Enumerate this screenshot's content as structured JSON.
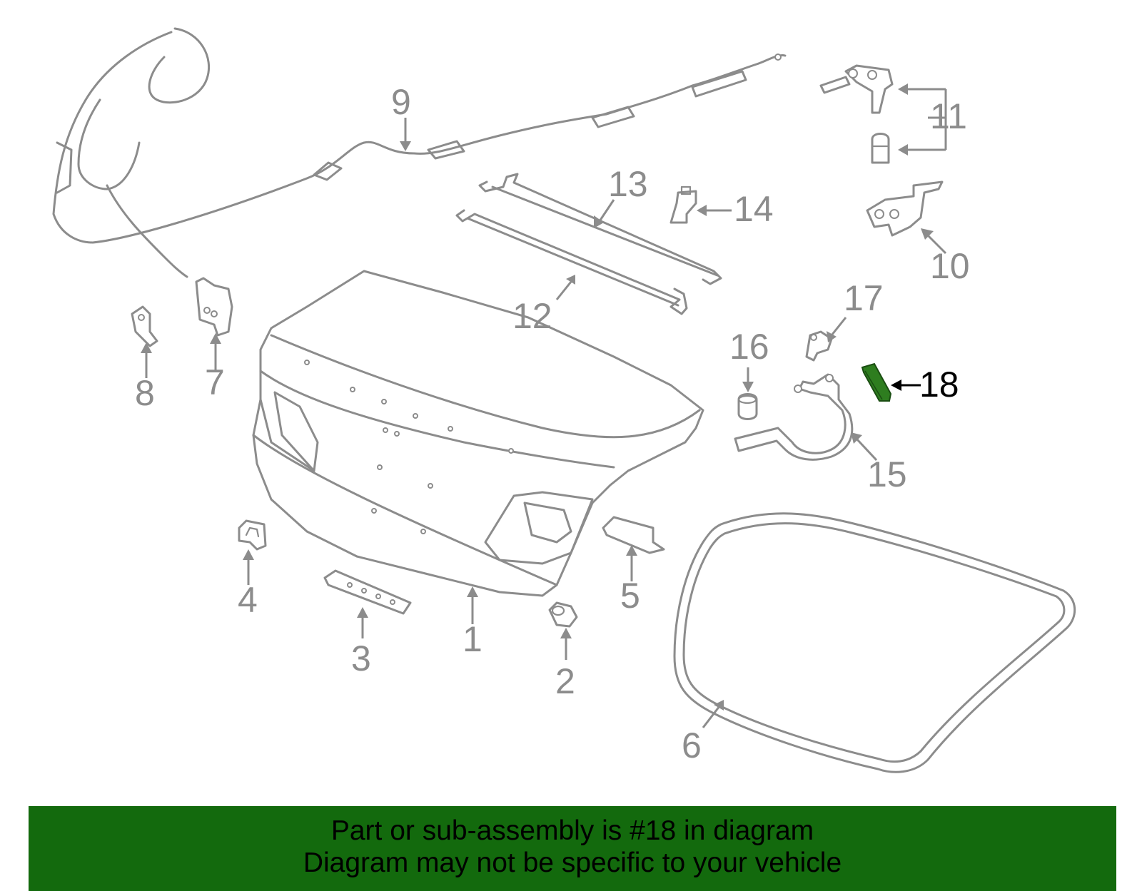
{
  "diagram": {
    "callouts": [
      "1",
      "2",
      "3",
      "4",
      "5",
      "6",
      "7",
      "8",
      "9",
      "10",
      "11",
      "12",
      "13",
      "14",
      "15",
      "16",
      "17",
      "18"
    ],
    "highlighted_part": "18",
    "highlight_color": "#2e7d1f"
  },
  "banner": {
    "line1": "Part or sub-assembly is #18 in diagram",
    "line2": "Diagram may not be specific to your vehicle",
    "background_color": "#136a0d"
  }
}
